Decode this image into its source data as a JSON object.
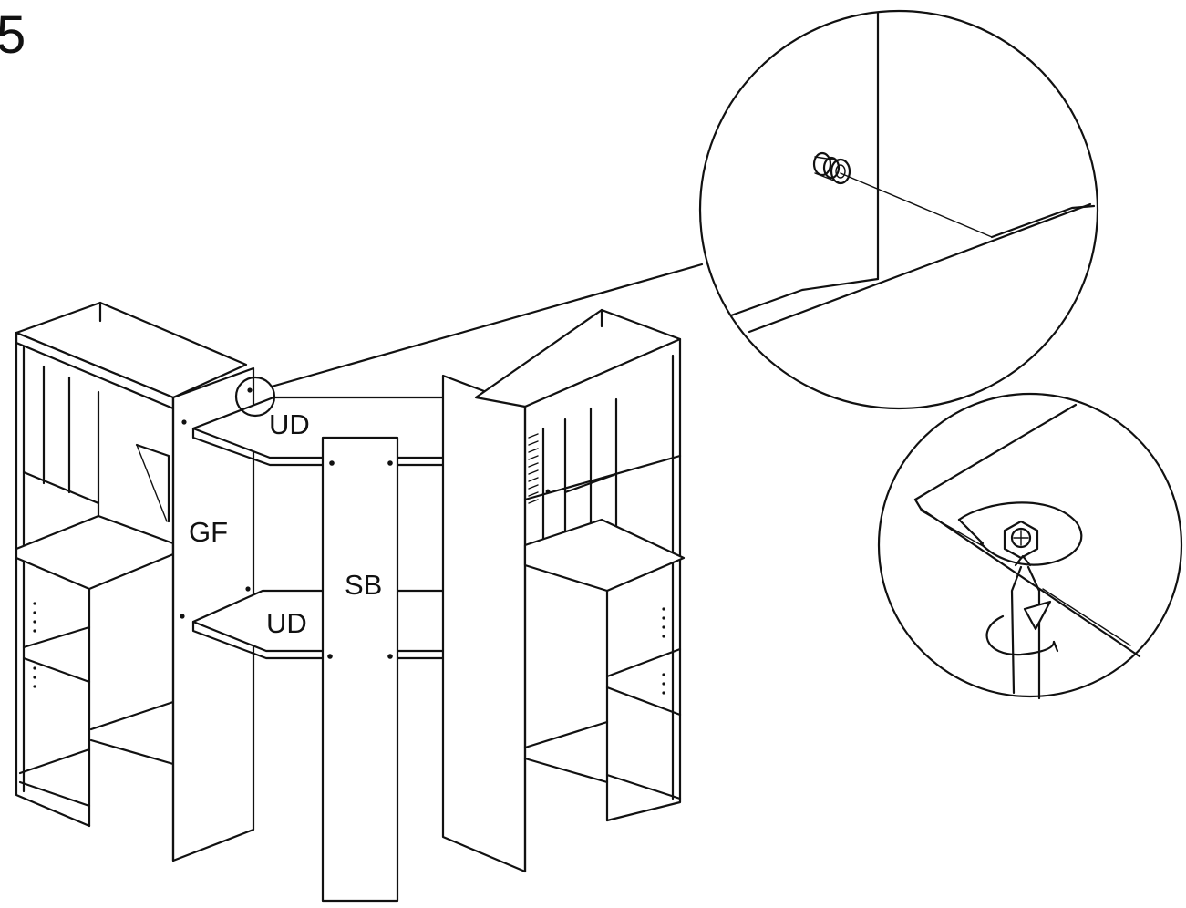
{
  "step": {
    "number": "5"
  },
  "labels": {
    "top_shelf": "UD",
    "left_panel": "GF",
    "center_panel": "SB",
    "bottom_shelf": "UD"
  },
  "callouts": {
    "detail_1": "cam-dowel-pin-icon",
    "detail_2": "cam-lock-turn-icon"
  }
}
